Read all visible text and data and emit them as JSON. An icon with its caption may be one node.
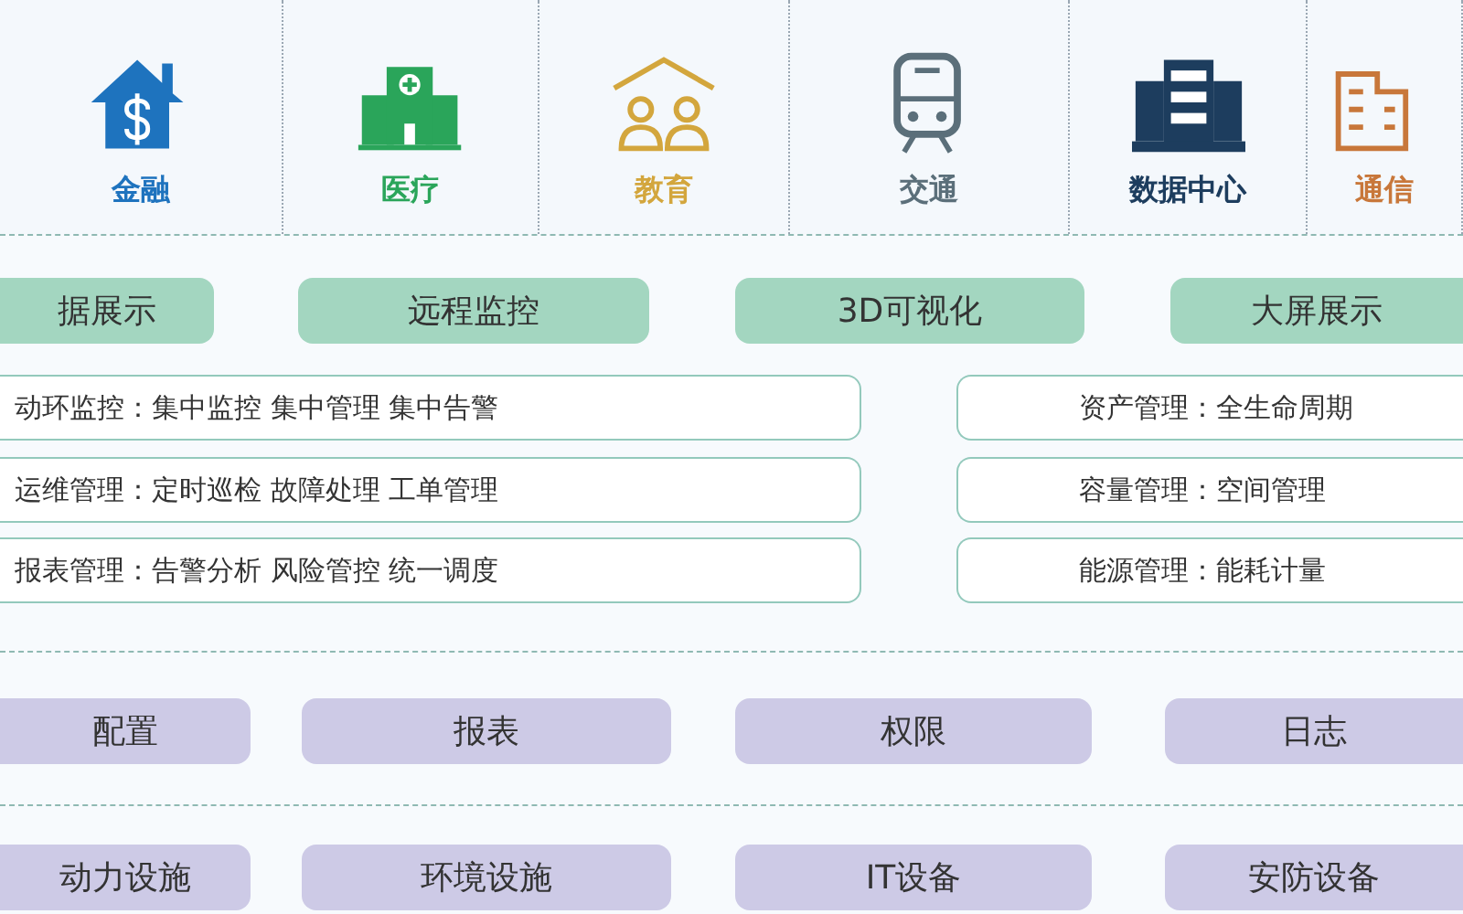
{
  "diagram": {
    "nodes": [
      {
        "text": [
          "金融"
        ]
      },
      {
        "text": [
          "医疗"
        ]
      },
      {
        "text": [
          "教育"
        ]
      },
      {
        "text": [
          "交通"
        ]
      },
      {
        "text": [
          "数据中心"
        ]
      },
      {
        "text": [
          "通信"
        ]
      },
      {
        "text": [
          "据展示"
        ]
      },
      {
        "text": [
          "远程监控"
        ]
      },
      {
        "text": [
          "3D可视化"
        ]
      },
      {
        "text": [
          "大屏展示"
        ]
      },
      {
        "text": [
          "动环监控：集中监控 集中管理 集中告警"
        ]
      },
      {
        "text": [
          "资产管理：全生命周期"
        ]
      },
      {
        "text": [
          "运维管理：定时巡检 故障处理 工单管理"
        ]
      },
      {
        "text": [
          "容量管理：空间管理"
        ]
      },
      {
        "text": [
          "报表管理：告警分析 风险管控 统一调度"
        ]
      },
      {
        "text": [
          "能源管理：能耗计量"
        ]
      },
      {
        "text": [
          "配置"
        ]
      },
      {
        "text": [
          "报表"
        ]
      },
      {
        "text": [
          "权限"
        ]
      },
      {
        "text": [
          "日志"
        ]
      },
      {
        "text": [
          "动力设施"
        ]
      },
      {
        "text": [
          "环境设施"
        ]
      },
      {
        "text": [
          "IT设备"
        ]
      },
      {
        "text": [
          "安防设备"
        ]
      }
    ]
  }
}
